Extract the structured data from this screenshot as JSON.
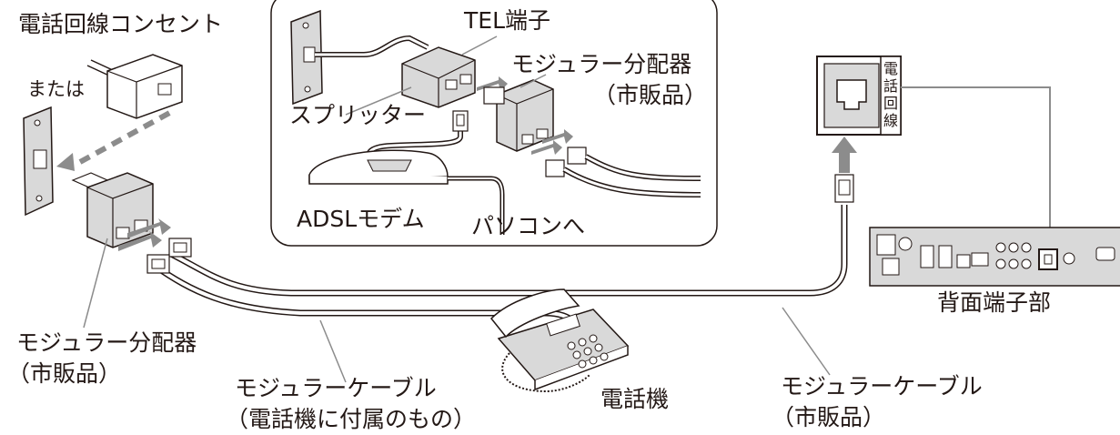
{
  "labels": {
    "wall_outlet": "電話回線コンセント",
    "or": "または",
    "tel_terminal": "TEL端子",
    "splitter": "スプリッター",
    "splitter_modular_line1": "モジュラー分配器",
    "splitter_modular_line2": "（市販品）",
    "adsl_modem": "ADSLモデム",
    "to_pc": "パソコンへ",
    "main_modular_line1": "モジュラー分配器",
    "main_modular_line2": "（市販品）",
    "cable_included_line1": "モジュラーケーブル",
    "cable_included_line2": "（電話機に付属のもの）",
    "telephone": "電話機",
    "cable_retail_line1": "モジュラーケーブル",
    "cable_retail_line2": "（市販品）",
    "rear_panel": "背面端子部",
    "phone_line_port": [
      "電",
      "話",
      "回",
      "線"
    ]
  },
  "colors": {
    "stroke": "#231815",
    "device_gray": "#d9d9d9",
    "arrow_gray": "#8c8c8c",
    "cable_fill": "#ffffff"
  }
}
